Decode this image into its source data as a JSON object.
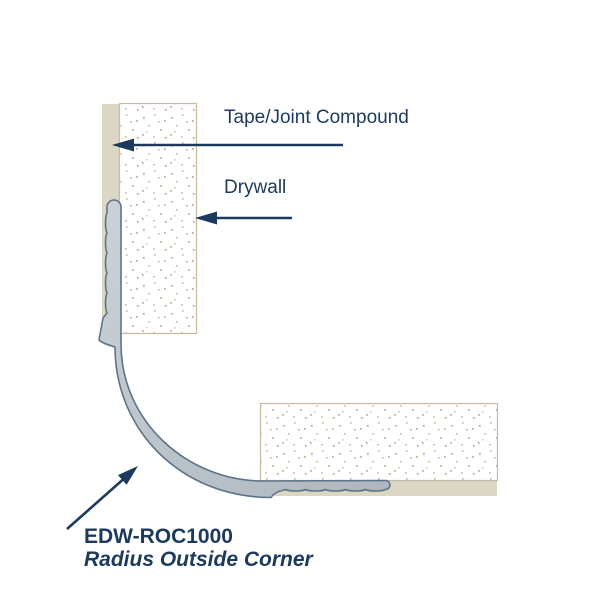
{
  "page": {
    "background": "#ffffff"
  },
  "diagram": {
    "labels": {
      "tape_joint_compound": "Tape/Joint Compound",
      "drywall": "Drywall",
      "product_code": "EDW-ROC1000",
      "product_name": "Radius Outside Corner"
    },
    "colors": {
      "page_bg": "#ffffff",
      "annotation_navy": "#1b3a5e",
      "compound_tan": "#dcd6c5",
      "panel_border": "#c6bb9e",
      "panel_fill": "#ffffff",
      "speckle_dot": "#b5aa8d",
      "speckle_dot_light": "#cdc4a9",
      "bead_fill": "#aeb7bf",
      "bead_fill_light": "#cbd2d7",
      "bead_stroke": "#5e7489"
    }
  }
}
